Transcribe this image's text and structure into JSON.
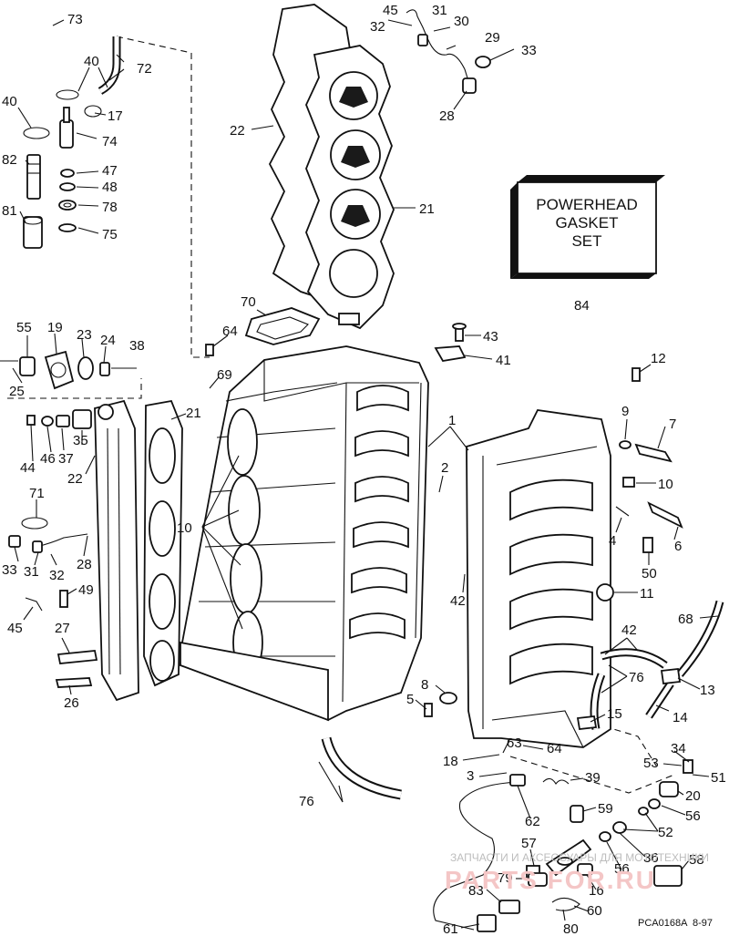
{
  "box": {
    "line1": "POWERHEAD",
    "line2": "GASKET",
    "line3": "SET",
    "number": "84"
  },
  "footer": {
    "code": "PCA0168A",
    "date": "8-97"
  },
  "watermark": {
    "line1": "ЗАПЧАСТИ И АКСЕССУАРЫ ДЛЯ МОТОТЕХНИКИ",
    "line2": "PARTS FOR.RU"
  },
  "labels": [
    {
      "id": "l73",
      "text": "73"
    },
    {
      "id": "l40a",
      "text": "40"
    },
    {
      "id": "l72",
      "text": "72"
    },
    {
      "id": "l40b",
      "text": "40"
    },
    {
      "id": "l17",
      "text": "17"
    },
    {
      "id": "l74",
      "text": "74"
    },
    {
      "id": "l82",
      "text": "82"
    },
    {
      "id": "l47",
      "text": "47"
    },
    {
      "id": "l48",
      "text": "48"
    },
    {
      "id": "l78",
      "text": "78"
    },
    {
      "id": "l81",
      "text": "81"
    },
    {
      "id": "l75",
      "text": "75"
    },
    {
      "id": "l45a",
      "text": "45"
    },
    {
      "id": "l31a",
      "text": "31"
    },
    {
      "id": "l32a",
      "text": "32"
    },
    {
      "id": "l30",
      "text": "30"
    },
    {
      "id": "l29",
      "text": "29"
    },
    {
      "id": "l33a",
      "text": "33"
    },
    {
      "id": "l28a",
      "text": "28"
    },
    {
      "id": "l22a",
      "text": "22"
    },
    {
      "id": "l21a",
      "text": "21"
    },
    {
      "id": "l70",
      "text": "70"
    },
    {
      "id": "l64a",
      "text": "64"
    },
    {
      "id": "l43",
      "text": "43"
    },
    {
      "id": "l41",
      "text": "41"
    },
    {
      "id": "l55",
      "text": "55"
    },
    {
      "id": "l19",
      "text": "19"
    },
    {
      "id": "l23",
      "text": "23"
    },
    {
      "id": "l24",
      "text": "24"
    },
    {
      "id": "l38",
      "text": "38"
    },
    {
      "id": "l25",
      "text": "25"
    },
    {
      "id": "l69",
      "text": "69"
    },
    {
      "id": "l21b",
      "text": "21"
    },
    {
      "id": "l12",
      "text": "12"
    },
    {
      "id": "l9",
      "text": "9"
    },
    {
      "id": "l7",
      "text": "7"
    },
    {
      "id": "l1",
      "text": "1"
    },
    {
      "id": "l44",
      "text": "44"
    },
    {
      "id": "l46",
      "text": "46"
    },
    {
      "id": "l37",
      "text": "37"
    },
    {
      "id": "l35",
      "text": "35"
    },
    {
      "id": "l22b",
      "text": "22"
    },
    {
      "id": "l2",
      "text": "2"
    },
    {
      "id": "l10a",
      "text": "10"
    },
    {
      "id": "l71",
      "text": "71"
    },
    {
      "id": "l10b",
      "text": "10"
    },
    {
      "id": "l4",
      "text": "4"
    },
    {
      "id": "l6",
      "text": "6"
    },
    {
      "id": "l33b",
      "text": "33"
    },
    {
      "id": "l31b",
      "text": "31"
    },
    {
      "id": "l32b",
      "text": "32"
    },
    {
      "id": "l28b",
      "text": "28"
    },
    {
      "id": "l50",
      "text": "50"
    },
    {
      "id": "l49",
      "text": "49"
    },
    {
      "id": "l42a",
      "text": "42"
    },
    {
      "id": "l11",
      "text": "11"
    },
    {
      "id": "l45b",
      "text": "45"
    },
    {
      "id": "l27",
      "text": "27"
    },
    {
      "id": "l68",
      "text": "68"
    },
    {
      "id": "l42b",
      "text": "42"
    },
    {
      "id": "l26",
      "text": "26"
    },
    {
      "id": "l8",
      "text": "8"
    },
    {
      "id": "l5",
      "text": "5"
    },
    {
      "id": "l76a",
      "text": "76"
    },
    {
      "id": "l13",
      "text": "13"
    },
    {
      "id": "l14",
      "text": "14"
    },
    {
      "id": "l15",
      "text": "15"
    },
    {
      "id": "l64b",
      "text": "64"
    },
    {
      "id": "l18",
      "text": "18"
    },
    {
      "id": "l63",
      "text": "63"
    },
    {
      "id": "l34",
      "text": "34"
    },
    {
      "id": "l53",
      "text": "53"
    },
    {
      "id": "l51",
      "text": "51"
    },
    {
      "id": "l3",
      "text": "3"
    },
    {
      "id": "l39",
      "text": "39"
    },
    {
      "id": "l20",
      "text": "20"
    },
    {
      "id": "l76b",
      "text": "76"
    },
    {
      "id": "l62",
      "text": "62"
    },
    {
      "id": "l59",
      "text": "59"
    },
    {
      "id": "l56a",
      "text": "56"
    },
    {
      "id": "l52",
      "text": "52"
    },
    {
      "id": "l57",
      "text": "57"
    },
    {
      "id": "l36",
      "text": "36"
    },
    {
      "id": "l58",
      "text": "58"
    },
    {
      "id": "l56b",
      "text": "56"
    },
    {
      "id": "l79",
      "text": "79"
    },
    {
      "id": "l16",
      "text": "16"
    },
    {
      "id": "l83",
      "text": "83"
    },
    {
      "id": "l60",
      "text": "60"
    },
    {
      "id": "l61",
      "text": "61"
    },
    {
      "id": "l80",
      "text": "80"
    }
  ]
}
